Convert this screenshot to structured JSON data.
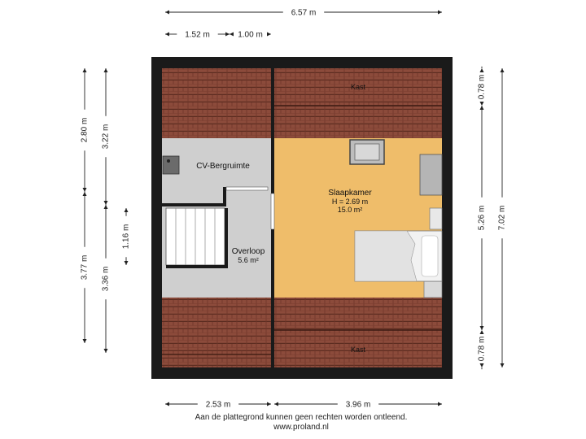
{
  "dimensions": {
    "total_width": "6.57 m",
    "top_left": "1.52 m",
    "top_right": "1.00 m",
    "bottom_left": "2.53 m",
    "bottom_right": "3.96 m",
    "left_top_outer": "2.80 m",
    "left_bottom_outer": "3.77 m",
    "left_top_inner": "3.22 m",
    "left_bottom_inner": "3.36 m",
    "stairs": "1.16 m",
    "right_top": "0.78 m",
    "right_middle": "5.26 m",
    "right_bottom": "0.78 m",
    "right_total": "7.02 m"
  },
  "rooms": {
    "kast_top": {
      "name": "Kast"
    },
    "kast_bottom": {
      "name": "Kast"
    },
    "cv": {
      "name": "CV-Bergruimte"
    },
    "overloop": {
      "name": "Overloop",
      "area": "5.6 m²"
    },
    "slaapkamer": {
      "name": "Slaapkamer",
      "height": "H = 2.69 m",
      "area": "15.0 m²"
    }
  },
  "footer": {
    "disclaimer": "Aan de plattegrond kunnen geen rechten worden ontleend.",
    "website": "www.proland.nl"
  },
  "colors": {
    "wall": "#1a1a1a",
    "roof": "#8a4a3a",
    "roof_line": "#5c2c20",
    "bedroom": "#efbd6a",
    "grey_room": "#cfcfcf"
  }
}
